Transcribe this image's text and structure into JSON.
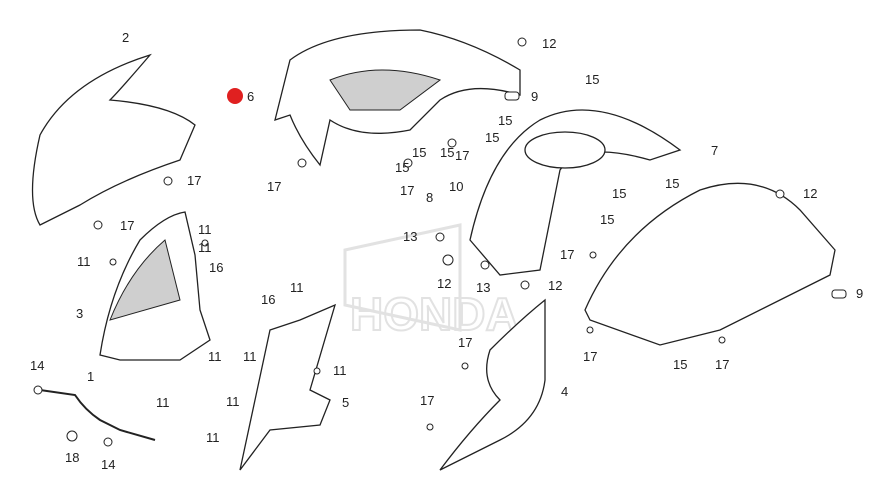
{
  "diagram": {
    "marker_color": "#e02020",
    "highlighted_part": "6",
    "watermark_text": "HONDA",
    "callouts": [
      "2",
      "6",
      "12",
      "15",
      "9",
      "15",
      "15",
      "15",
      "15",
      "15",
      "17",
      "17",
      "17",
      "17",
      "17",
      "10",
      "8",
      "7",
      "15",
      "15",
      "15",
      "12",
      "11",
      "11",
      "11",
      "16",
      "13",
      "12",
      "13",
      "12",
      "17",
      "9",
      "3",
      "16",
      "11",
      "11",
      "11",
      "11",
      "11",
      "11",
      "5",
      "17",
      "15",
      "17",
      "17",
      "4",
      "17",
      "14",
      "1",
      "11",
      "18",
      "14"
    ]
  }
}
